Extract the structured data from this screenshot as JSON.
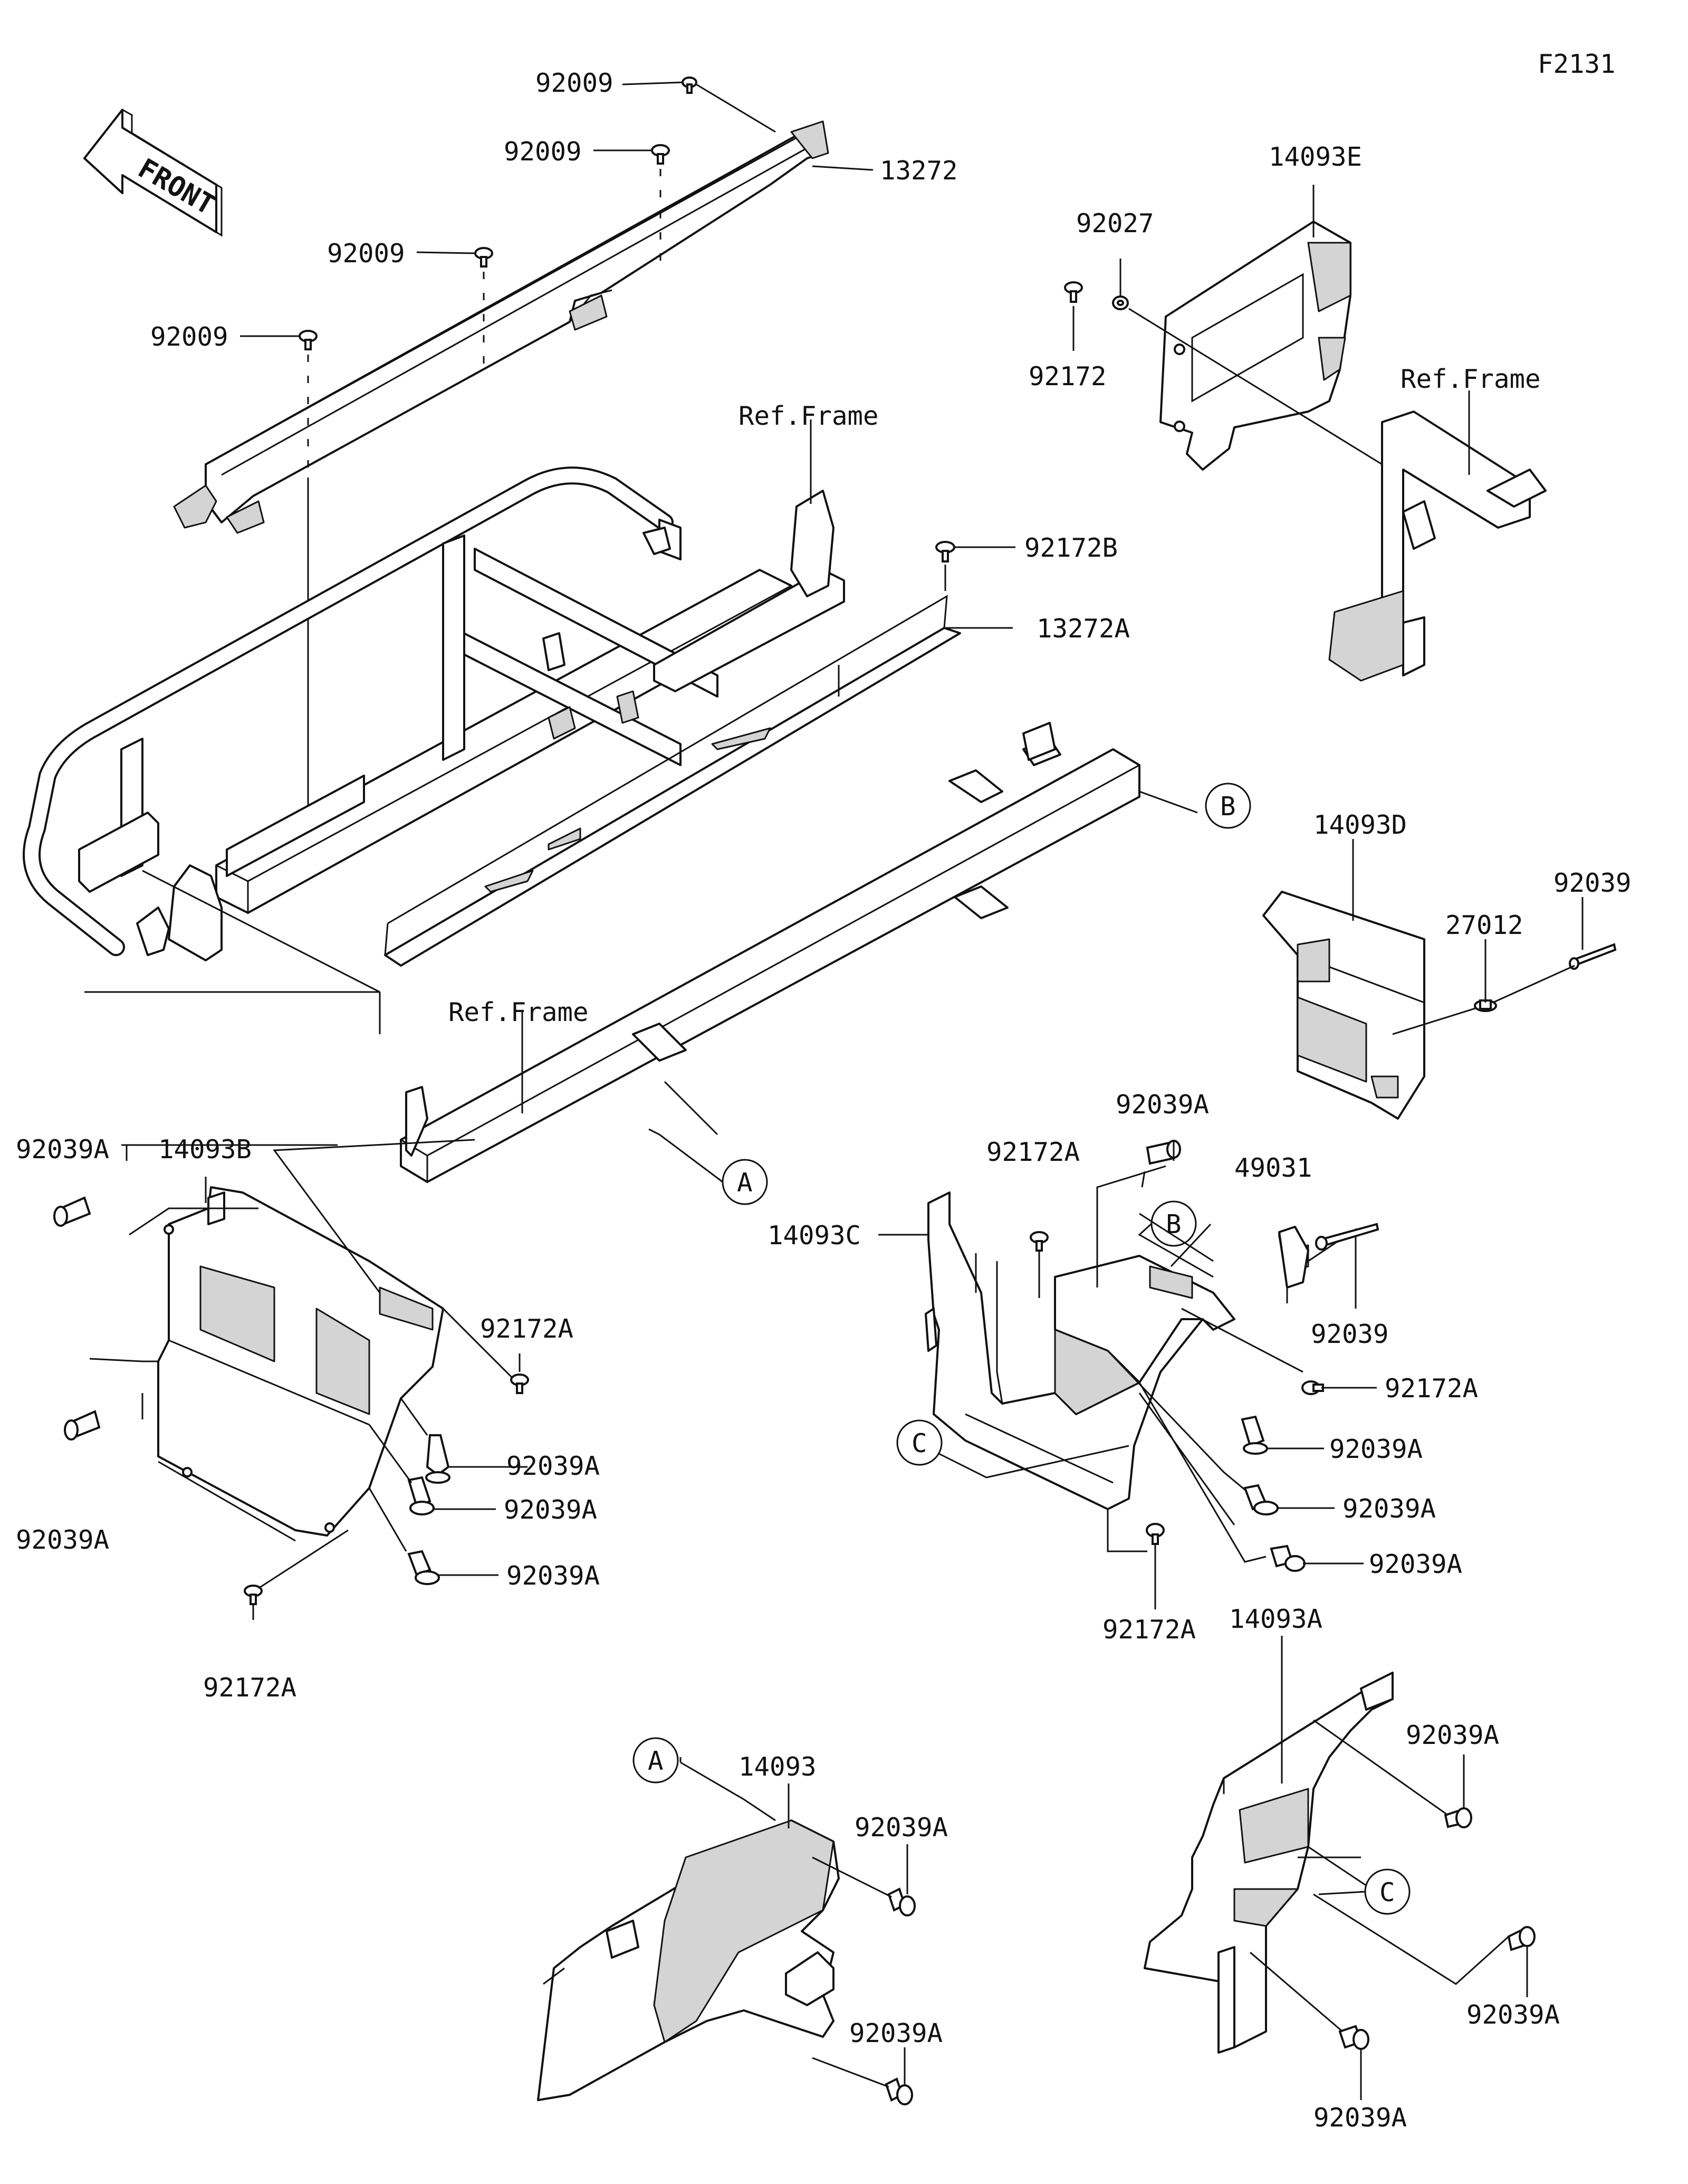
{
  "figure_code": "F2131",
  "front_arrow": {
    "text": "FRONT"
  },
  "callouts": {
    "c13272": "13272",
    "c13272a": "13272A",
    "c14093": "14093",
    "c14093a": "14093A",
    "c14093b": "14093B",
    "c14093c": "14093C",
    "c14093d": "14093D",
    "c14093e": "14093E",
    "c27012": "27012",
    "c49031": "49031",
    "c92009_1": "92009",
    "c92009_2": "92009",
    "c92009_3": "92009",
    "c92009_4": "92009",
    "c92027": "92027",
    "c92039_1": "92039",
    "c92039_2": "92039",
    "c92039a_1": "92039A",
    "c92039a_2": "92039A",
    "c92039a_3": "92039A",
    "c92039a_4": "92039A",
    "c92039a_5": "92039A",
    "c92039a_6": "92039A",
    "c92039a_7": "92039A",
    "c92039a_8": "92039A",
    "c92039a_9": "92039A",
    "c92039a_10": "92039A",
    "c92039a_11": "92039A",
    "c92039a_12": "92039A",
    "c92039a_13": "92039A",
    "c92039a_14": "92039A",
    "c92172": "92172",
    "c92172a_1": "92172A",
    "c92172a_2": "92172A",
    "c92172a_3": "92172A",
    "c92172a_4": "92172A",
    "c92172a_5": "92172A",
    "c92172b": "92172B"
  },
  "ref_frames": {
    "r1": "Ref.Frame",
    "r2": "Ref.Frame",
    "r3": "Ref.Frame"
  },
  "reference_letters": {
    "a1": "A",
    "a2": "A",
    "b1": "B",
    "b2": "B",
    "c1": "C",
    "c2": "C"
  }
}
